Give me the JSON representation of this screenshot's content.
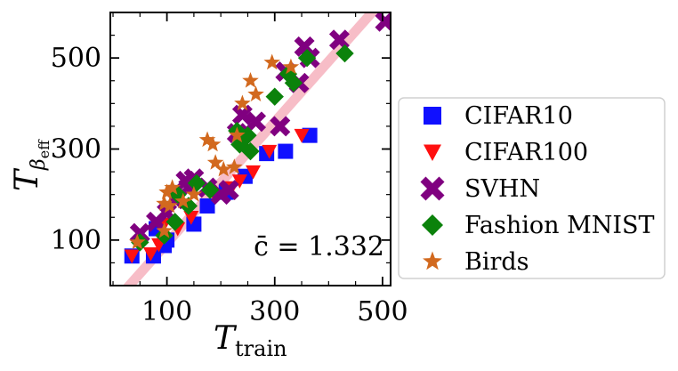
{
  "chart_data": {
    "type": "scatter",
    "xlabel": {
      "main": "T",
      "sub": "train"
    },
    "ylabel": {
      "main": "T",
      "sub": "β",
      "subsub": "eff"
    },
    "xlim": [
      -5,
      515
    ],
    "ylim": [
      0,
      600
    ],
    "xticks": [
      100,
      300,
      500
    ],
    "yticks": [
      100,
      300,
      500
    ],
    "xtick_labels": [
      "100",
      "300",
      "500"
    ],
    "ytick_labels": [
      "100",
      "300",
      "500"
    ],
    "annotation": "c̄ =  1.332",
    "fit_line": {
      "slope": 1.332,
      "intercept": -40,
      "color": "#f7b6c2"
    },
    "legend_position": "right",
    "series": [
      {
        "name": "CIFAR10",
        "marker": "square",
        "color": "#1010ff",
        "points": [
          [
            35,
            65
          ],
          [
            75,
            65
          ],
          [
            95,
            88
          ],
          [
            80,
            125
          ],
          [
            100,
            100
          ],
          [
            150,
            135
          ],
          [
            175,
            175
          ],
          [
            210,
            205
          ],
          [
            245,
            240
          ],
          [
            285,
            290
          ],
          [
            320,
            295
          ],
          [
            365,
            330
          ]
        ]
      },
      {
        "name": "CIFAR100",
        "marker": "triangle-down",
        "color": "#ff1010",
        "points": [
          [
            35,
            65
          ],
          [
            70,
            70
          ],
          [
            85,
            90
          ],
          [
            95,
            135
          ],
          [
            120,
            125
          ],
          [
            145,
            150
          ],
          [
            190,
            195
          ],
          [
            220,
            215
          ],
          [
            235,
            230
          ],
          [
            260,
            250
          ],
          [
            290,
            295
          ],
          [
            350,
            330
          ]
        ]
      },
      {
        "name": "SVHN",
        "marker": "x",
        "color": "#800080",
        "points": [
          [
            50,
            115
          ],
          [
            80,
            140
          ],
          [
            100,
            160
          ],
          [
            115,
            190
          ],
          [
            140,
            215
          ],
          [
            135,
            230
          ],
          [
            150,
            235
          ],
          [
            175,
            215
          ],
          [
            200,
            200
          ],
          [
            215,
            210
          ],
          [
            240,
            375
          ],
          [
            265,
            360
          ],
          [
            230,
            335
          ],
          [
            310,
            350
          ],
          [
            320,
            470
          ],
          [
            345,
            445
          ],
          [
            355,
            525
          ],
          [
            365,
            500
          ],
          [
            420,
            540
          ],
          [
            505,
            580
          ]
        ]
      },
      {
        "name": "Fashion MNIST",
        "marker": "diamond",
        "color": "#0b820b",
        "points": [
          [
            50,
            95
          ],
          [
            95,
            110
          ],
          [
            115,
            140
          ],
          [
            120,
            200
          ],
          [
            140,
            175
          ],
          [
            155,
            225
          ],
          [
            180,
            210
          ],
          [
            230,
            340
          ],
          [
            235,
            310
          ],
          [
            250,
            330
          ],
          [
            255,
            295
          ],
          [
            300,
            415
          ],
          [
            325,
            465
          ],
          [
            335,
            445
          ],
          [
            360,
            500
          ],
          [
            430,
            510
          ]
        ]
      },
      {
        "name": "Birds",
        "marker": "star",
        "color": "#d2691e",
        "points": [
          [
            45,
            95
          ],
          [
            95,
            120
          ],
          [
            95,
            180
          ],
          [
            100,
            205
          ],
          [
            110,
            215
          ],
          [
            105,
            175
          ],
          [
            130,
            185
          ],
          [
            150,
            200
          ],
          [
            175,
            320
          ],
          [
            185,
            310
          ],
          [
            190,
            270
          ],
          [
            205,
            255
          ],
          [
            225,
            260
          ],
          [
            230,
            330
          ],
          [
            240,
            400
          ],
          [
            255,
            450
          ],
          [
            265,
            420
          ],
          [
            295,
            490
          ],
          [
            330,
            480
          ]
        ]
      }
    ]
  }
}
